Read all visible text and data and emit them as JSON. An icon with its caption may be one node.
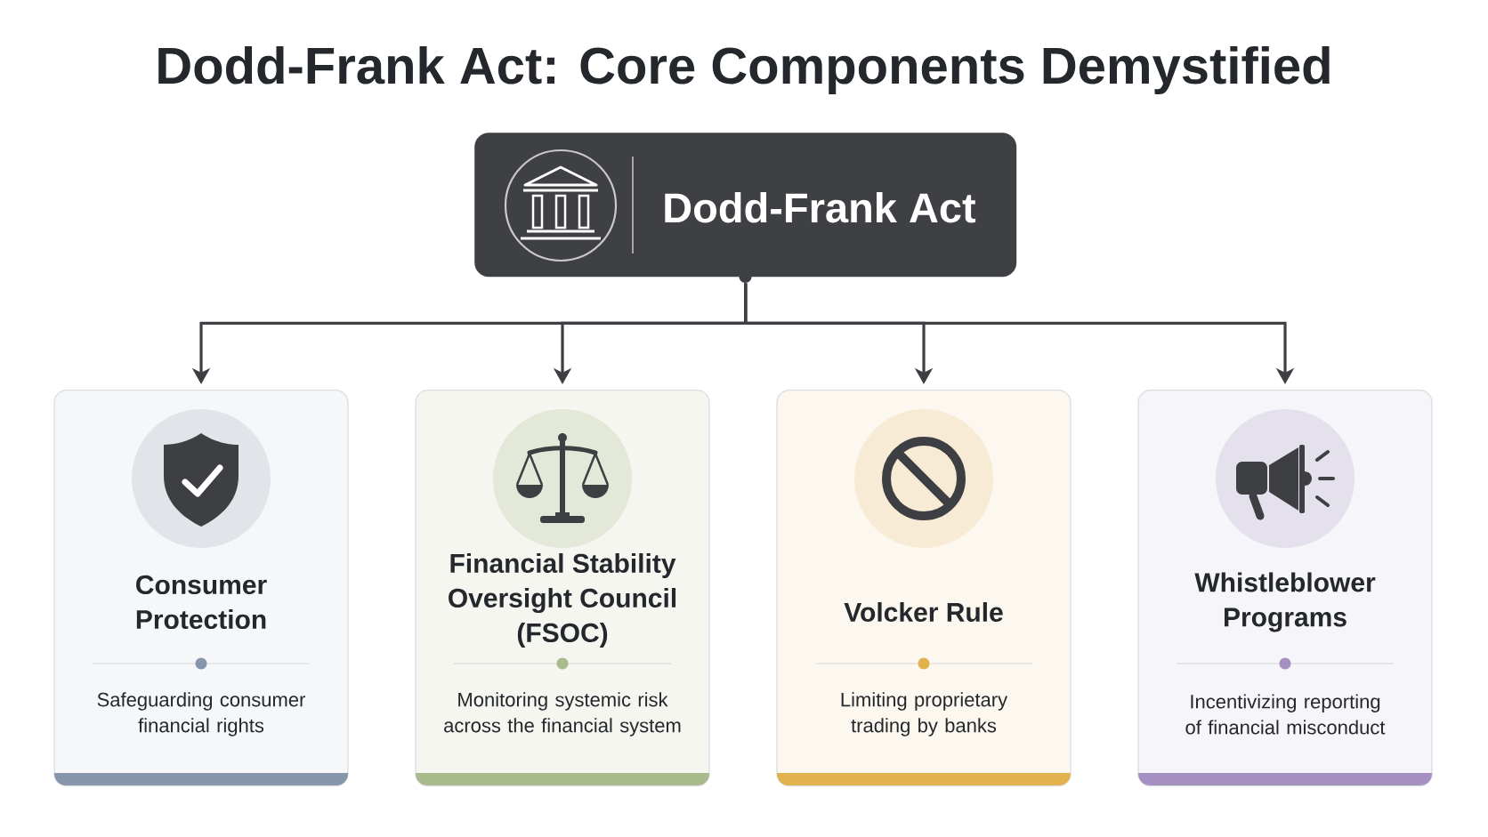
{
  "diagram": {
    "title": "Dodd-Frank Act: Core Components Demystified",
    "nodes": [
      {
        "text": [
          "Dodd-Frank Act"
        ]
      },
      {
        "text": [
          "Consumer Protection",
          "Safeguarding consumer financial rights"
        ]
      },
      {
        "text": [
          "Financial Stability Oversight Council (FSOC)",
          "Monitoring systemic risk across the financial system"
        ]
      },
      {
        "text": [
          "Volcker Rule",
          "Limiting proprietary trading by banks"
        ]
      },
      {
        "text": [
          "Whistleblower Programs",
          "Incentivizing reporting of financial misconduct"
        ]
      }
    ],
    "edges": [
      {
        "from": 0,
        "to": 1,
        "arrow": "to"
      },
      {
        "from": 0,
        "to": 2,
        "arrow": "to"
      },
      {
        "from": 0,
        "to": 3,
        "arrow": "to"
      },
      {
        "from": 0,
        "to": 4,
        "arrow": "to"
      }
    ]
  }
}
